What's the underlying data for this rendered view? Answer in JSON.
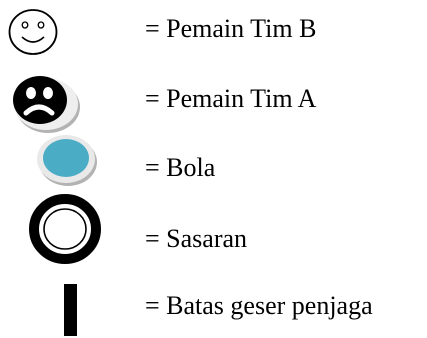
{
  "legend": {
    "items": [
      {
        "icon": "smiley-face-icon",
        "label": "= Pemain Tim B"
      },
      {
        "icon": "frowning-face-icon",
        "label": "= Pemain Tim A"
      },
      {
        "icon": "blue-ball-icon",
        "label": "= Bola"
      },
      {
        "icon": "target-ring-icon",
        "label": "= Sasaran"
      },
      {
        "icon": "vertical-bar-icon",
        "label": "= Batas geser penjaga"
      }
    ]
  },
  "colors": {
    "text": "#000000",
    "ball_fill": "#4bacc6",
    "ball_rim": "#e6e6e6",
    "shadow": "#b3b3b3"
  }
}
